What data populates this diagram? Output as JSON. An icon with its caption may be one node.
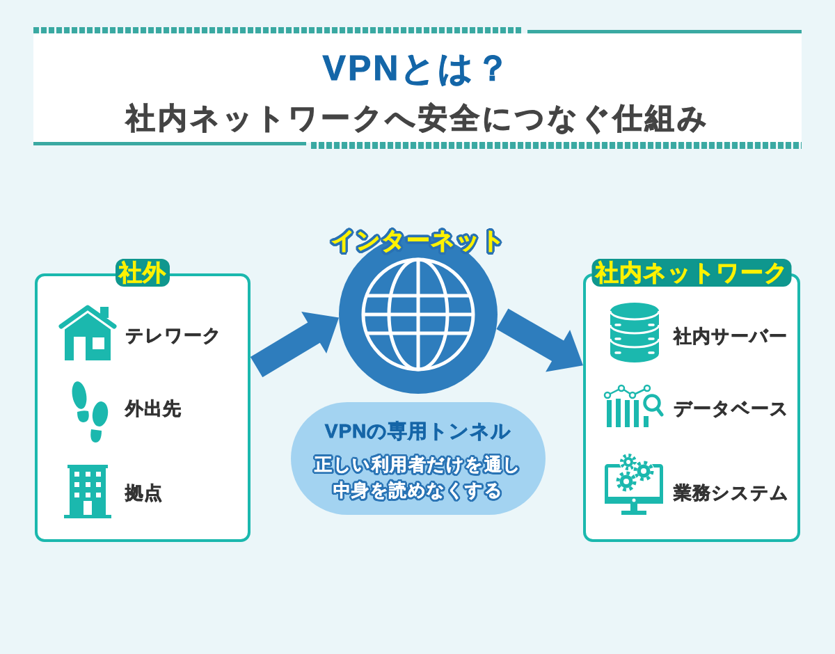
{
  "diagram": {
    "title": "VPNとは？",
    "nodes": [
      {
        "text": [
          "社外"
        ]
      },
      {
        "text": [
          "テレワーク"
        ],
        "in": 0
      },
      {
        "text": [
          "外出先"
        ],
        "in": 0
      },
      {
        "text": [
          "拠点"
        ],
        "in": 0
      },
      {
        "text": [
          "インターネット"
        ]
      },
      {
        "text": [
          "VPNの専用トンネル",
          "正しい利用者だけを通し中身を読めなくする"
        ]
      },
      {
        "text": [
          "社内ネットワーク"
        ]
      },
      {
        "text": [
          "社内サーバー"
        ],
        "in": 6
      },
      {
        "text": [
          "データベース"
        ],
        "in": 6
      },
      {
        "text": [
          "業務システム"
        ],
        "in": 6
      }
    ],
    "edges": [
      {
        "from": 0,
        "to": 4,
        "arrow": "to"
      },
      {
        "from": 4,
        "to": 6,
        "arrow": "to"
      }
    ],
    "labels": [
      "社内ネットワークへ安全につなぐ仕組み"
    ]
  }
}
